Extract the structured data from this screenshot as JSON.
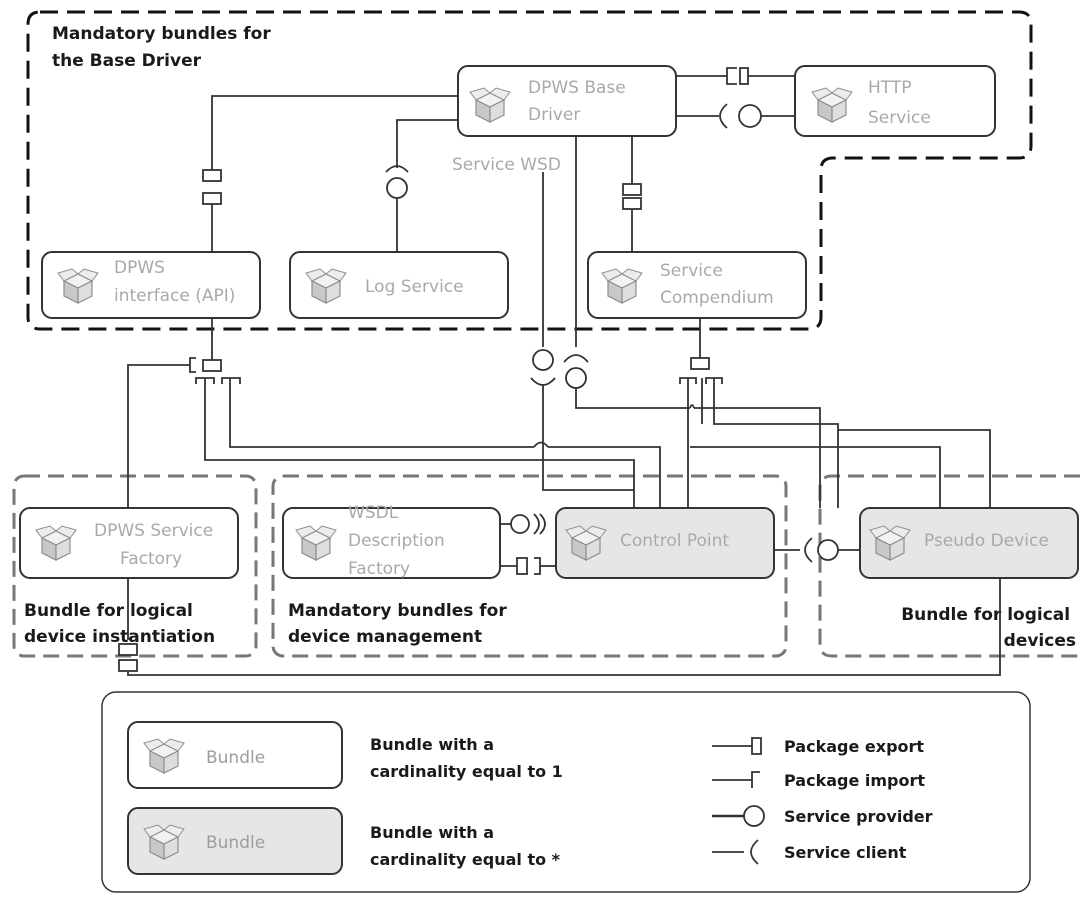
{
  "groups": {
    "base_driver": [
      "Mandatory bundles for",
      "the Base Driver"
    ],
    "logical_instantiation": [
      "Bundle for logical",
      "device instantiation"
    ],
    "device_management": [
      "Mandatory bundles for",
      "device management"
    ],
    "logical_devices": [
      "Bundle for logical",
      "devices"
    ]
  },
  "bundles": {
    "dpws_base_driver": [
      "DPWS Base",
      "Driver"
    ],
    "http_service": [
      "HTTP",
      "Service"
    ],
    "dpws_interface": [
      "DPWS",
      "interface (API)"
    ],
    "log_service": [
      "Log Service"
    ],
    "service_compendium": [
      "Service",
      "Compendium"
    ],
    "dpws_service_factory": [
      "DPWS Service",
      "Factory"
    ],
    "wsdl_description_factory": [
      "WSDL",
      "Description",
      "Factory"
    ],
    "control_point": [
      "Control Point"
    ],
    "pseudo_device": [
      "Pseudo Device"
    ]
  },
  "service_wsd_label": "Service WSD",
  "legend": {
    "bundle_label": "Bundle",
    "single": [
      "Bundle with a",
      "cardinality equal to 1"
    ],
    "multiple": [
      "Bundle with a",
      "cardinality equal to *"
    ],
    "symbols": [
      "Package export",
      "Package import",
      "Service provider",
      "Service client"
    ]
  },
  "colors": {
    "bundle_fill_single": "#ffffff",
    "bundle_fill_multiple": "#e6e6e6",
    "group_base_driver_border": "#111111",
    "group_other_border": "#7a7a7a",
    "bundle_text": "#a9a9a9",
    "line": "#333333"
  }
}
